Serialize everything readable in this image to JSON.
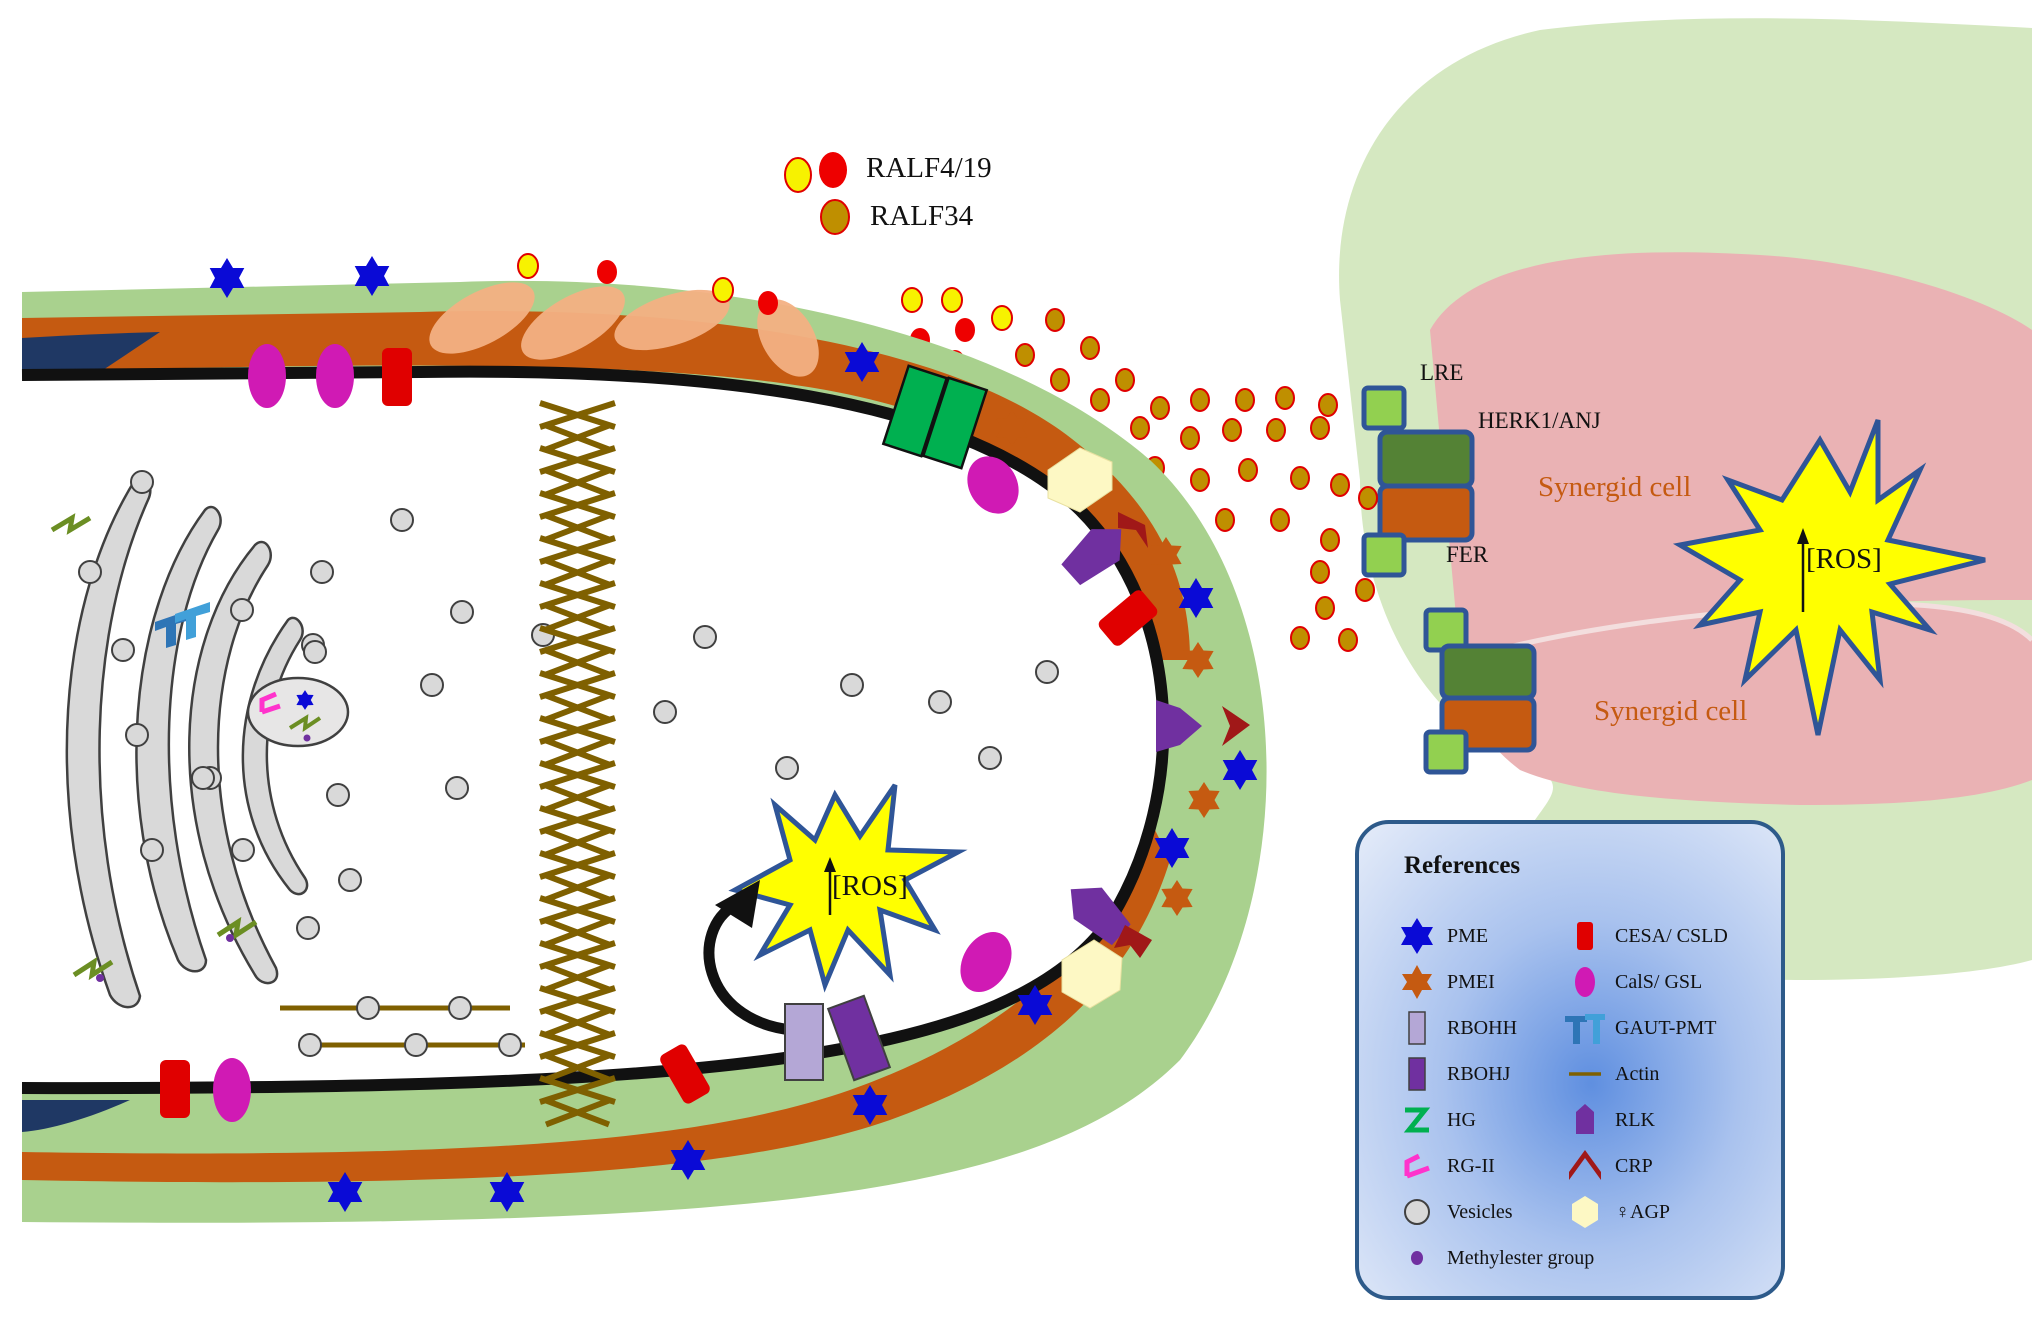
{
  "labels": {
    "ralf419": "RALF4/19",
    "ralf34": "RALF34",
    "lre": "LRE",
    "herk1_anj": "HERK1/ANJ",
    "fer": "FER",
    "synergid_top": "Synergid cell",
    "synergid_bottom": "Synergid cell",
    "ros_tube": "[ROS]",
    "ros_synergid": "[ROS]"
  },
  "legend": {
    "title": "References",
    "items": [
      {
        "label": "PME",
        "icon": "pme-star-icon"
      },
      {
        "label": "CESA/ CSLD",
        "icon": "cesa-block-icon"
      },
      {
        "label": "PMEI",
        "icon": "pmei-star-icon"
      },
      {
        "label": "CalS/ GSL",
        "icon": "cals-ellipse-icon"
      },
      {
        "label": "RBOHH",
        "icon": "rbohh-rect-icon"
      },
      {
        "label": "GAUT-PMT",
        "icon": "gaut-pmt-icon"
      },
      {
        "label": "RBOHJ",
        "icon": "rbohj-rect-icon"
      },
      {
        "label": "Actin",
        "icon": "actin-line-icon"
      },
      {
        "label": "HG",
        "icon": "hg-zigzag-icon"
      },
      {
        "label": "RLK",
        "icon": "rlk-pentagon-icon"
      },
      {
        "label": "RG-II",
        "icon": "rg2-hook-icon"
      },
      {
        "label": "CRP",
        "icon": "crp-chevron-icon"
      },
      {
        "label": "Vesicles",
        "icon": "vesicle-circle-icon"
      },
      {
        "label": "♀AGP",
        "icon": "agp-hexagon-icon"
      },
      {
        "label": "Methylester group",
        "icon": "methylester-dot-icon"
      }
    ]
  },
  "colors": {
    "cell_wall_outer": "#a9d18e",
    "cell_wall_inner": "#c55a11",
    "membrane": "#111111",
    "pme": "#0a0ad6",
    "pmei": "#c55a11",
    "cals": "#d01ab4",
    "cesa": "#e00000",
    "rlk": "#6a1fa0",
    "crp": "#a01818",
    "agp": "#fdf8c4",
    "ralf_yellow": "#f7f200",
    "ralf_red": "#ee0000",
    "ralf34": "#bf8f00",
    "receptor_dark": "#548235",
    "receptor_orange": "#c55a11",
    "receptor_light": "#92d050",
    "synergid": "#eab2b4",
    "ros": "#ffff00",
    "ros_border": "#2f5597",
    "actin": "#7f6000"
  }
}
